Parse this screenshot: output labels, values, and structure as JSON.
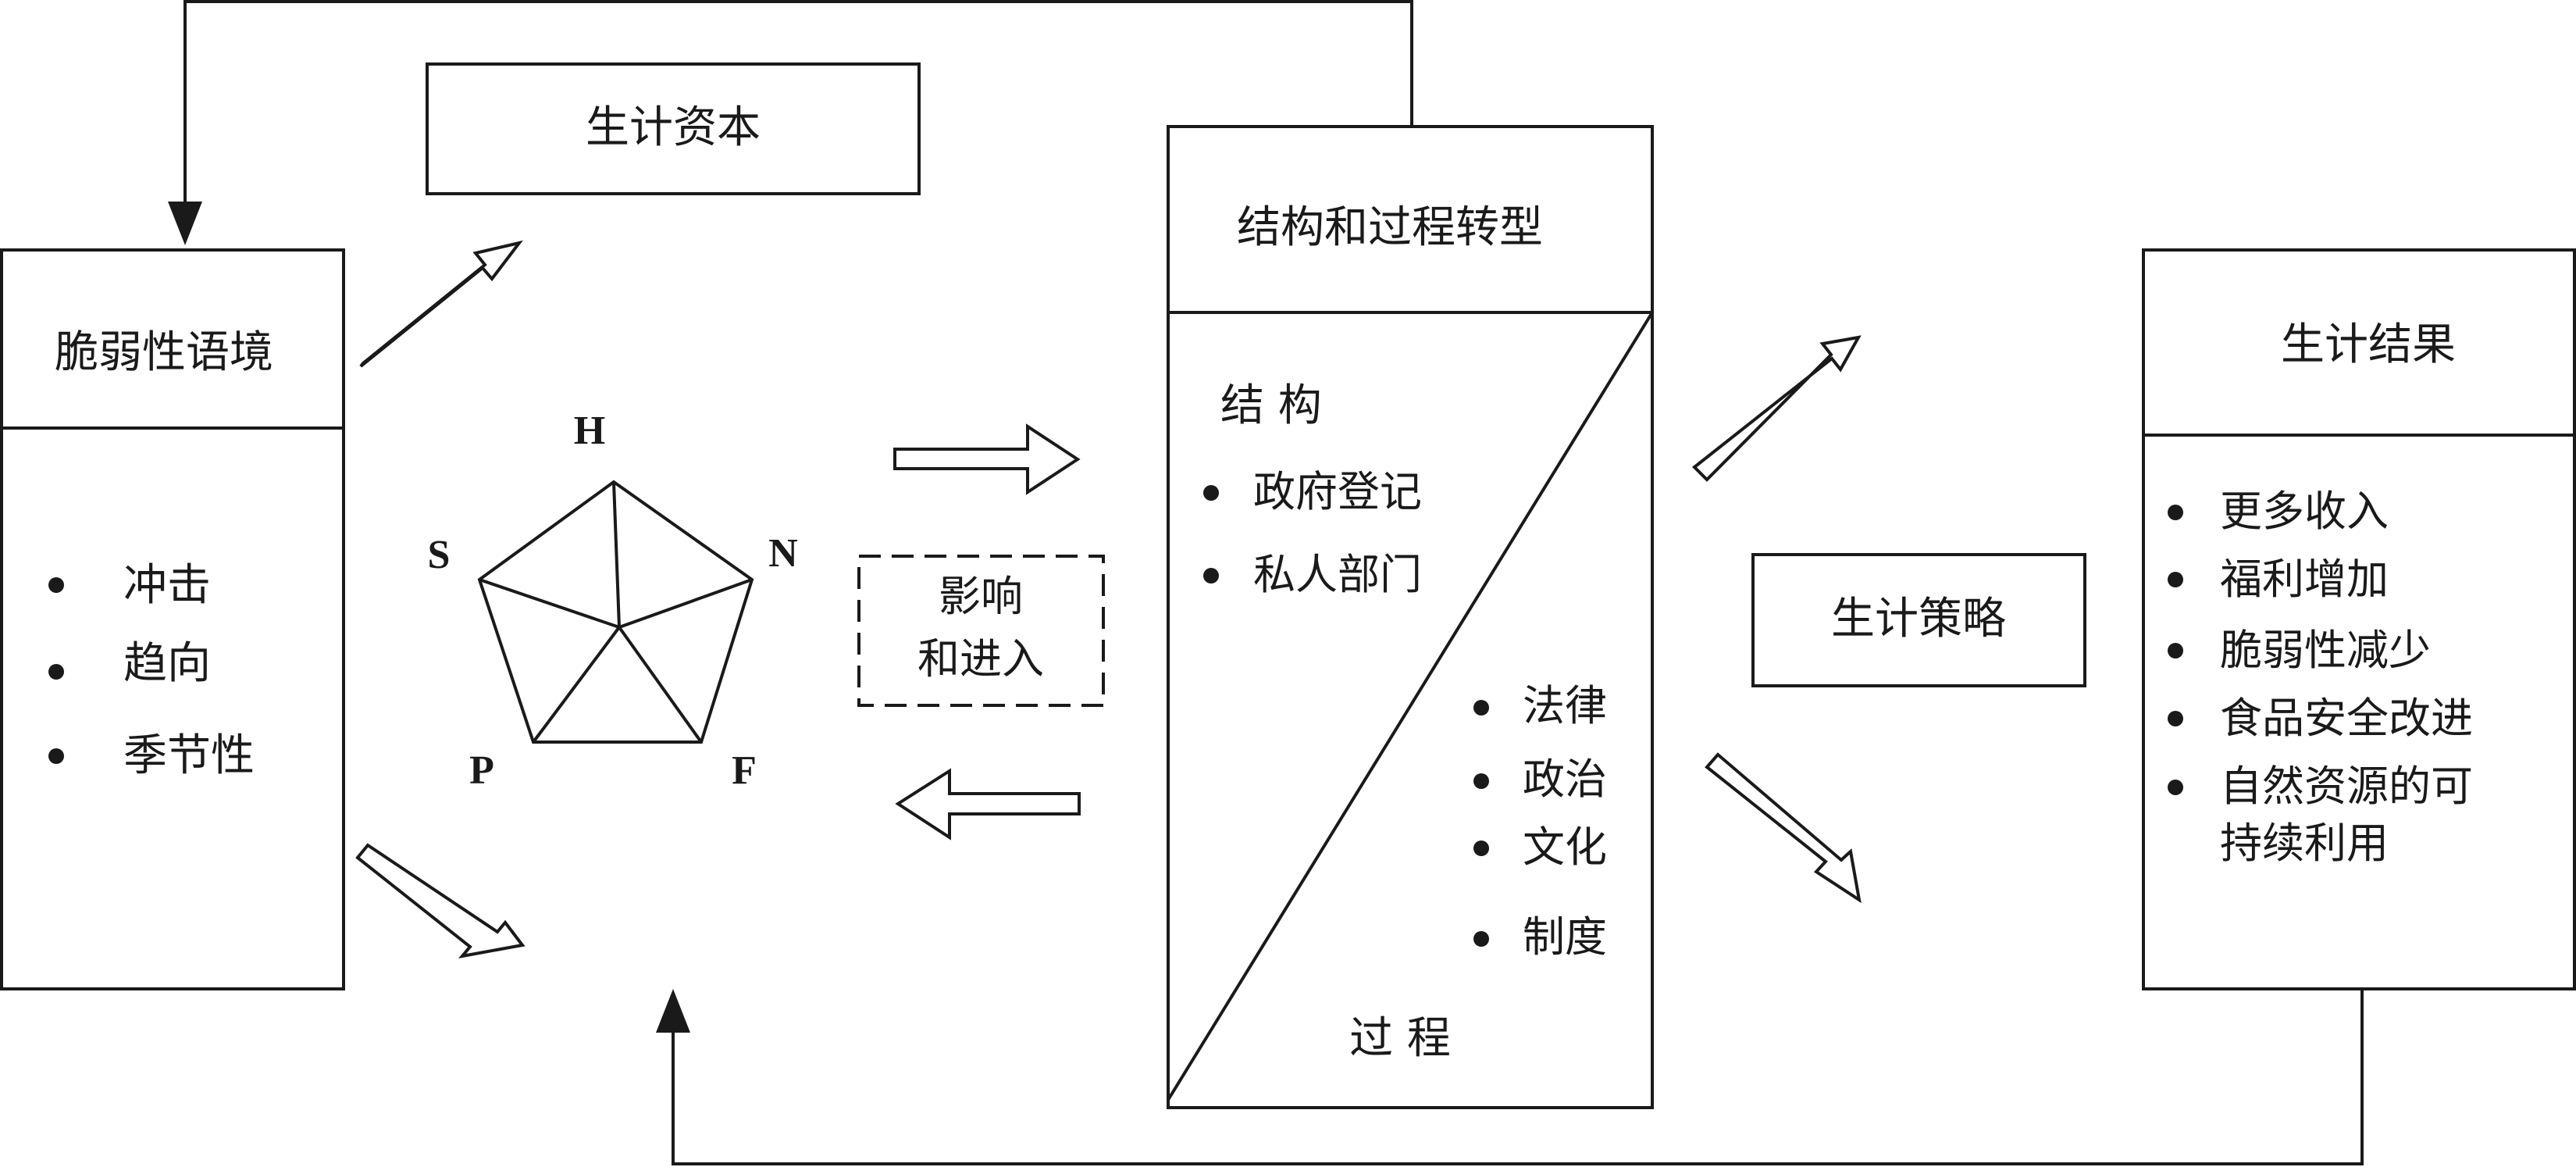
{
  "vulnerability": {
    "title": "脆弱性语境",
    "items": [
      "冲击",
      "趋向",
      "季节性"
    ]
  },
  "capital": {
    "title": "生计资本",
    "pentagon_labels": {
      "top": "H",
      "right": "N",
      "bottom_right": "F",
      "bottom_left": "P",
      "left": "S"
    }
  },
  "influence": {
    "line1": "影响",
    "line2": "和进入"
  },
  "transform": {
    "title": "结构和过程转型",
    "structure_label": "结 构",
    "structure_items": [
      "政府登记",
      "私人部门"
    ],
    "process_items": [
      "法律",
      "政治",
      "文化",
      "制度"
    ],
    "process_label": "过 程"
  },
  "strategy": {
    "title": "生计策略"
  },
  "outcomes": {
    "title": "生计结果",
    "items": [
      "更多收入",
      "福利增加",
      "脆弱性减少",
      "食品安全改进"
    ],
    "last_item_line1": "自然资源的可",
    "last_item_line2": "持续利用"
  }
}
